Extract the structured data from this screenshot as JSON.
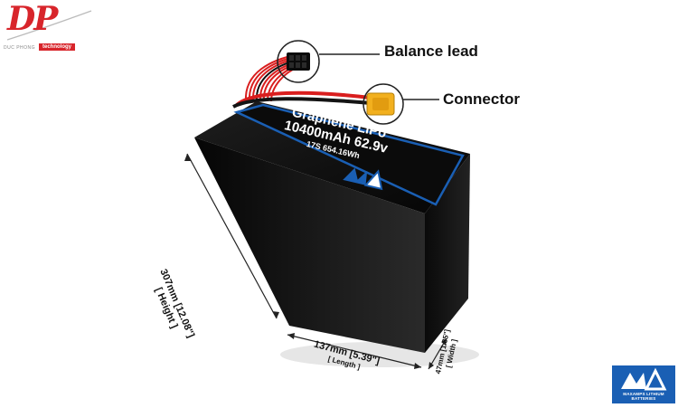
{
  "logo": {
    "letters": "DP",
    "subtitle": "DUC PHONG",
    "tagline": "technology"
  },
  "callouts": {
    "balance_lead": "Balance lead",
    "connector": "Connector"
  },
  "battery_label": {
    "line1": "Graphene LiPo",
    "line2": "10400mAh 62.9v",
    "line3": "17S 654.16Wh"
  },
  "dimensions": {
    "height_value": "307mm [12.08\"]",
    "height_caption": "[ Height ]",
    "length_value": "137mm [5.39\"]",
    "length_caption": "[ Length ]",
    "width_value": "47mm [1.85\"]",
    "width_caption": "[ Width ]"
  },
  "brand": {
    "tagline": "MAXAMPS LITHIUM BATTERIES"
  },
  "colors": {
    "logo_red": "#d8252b",
    "battery_body": "#0d0d0d",
    "wire_red": "#d91e1e",
    "connector_yellow": "#f2b01e",
    "label_blue": "#1a5fb4"
  }
}
